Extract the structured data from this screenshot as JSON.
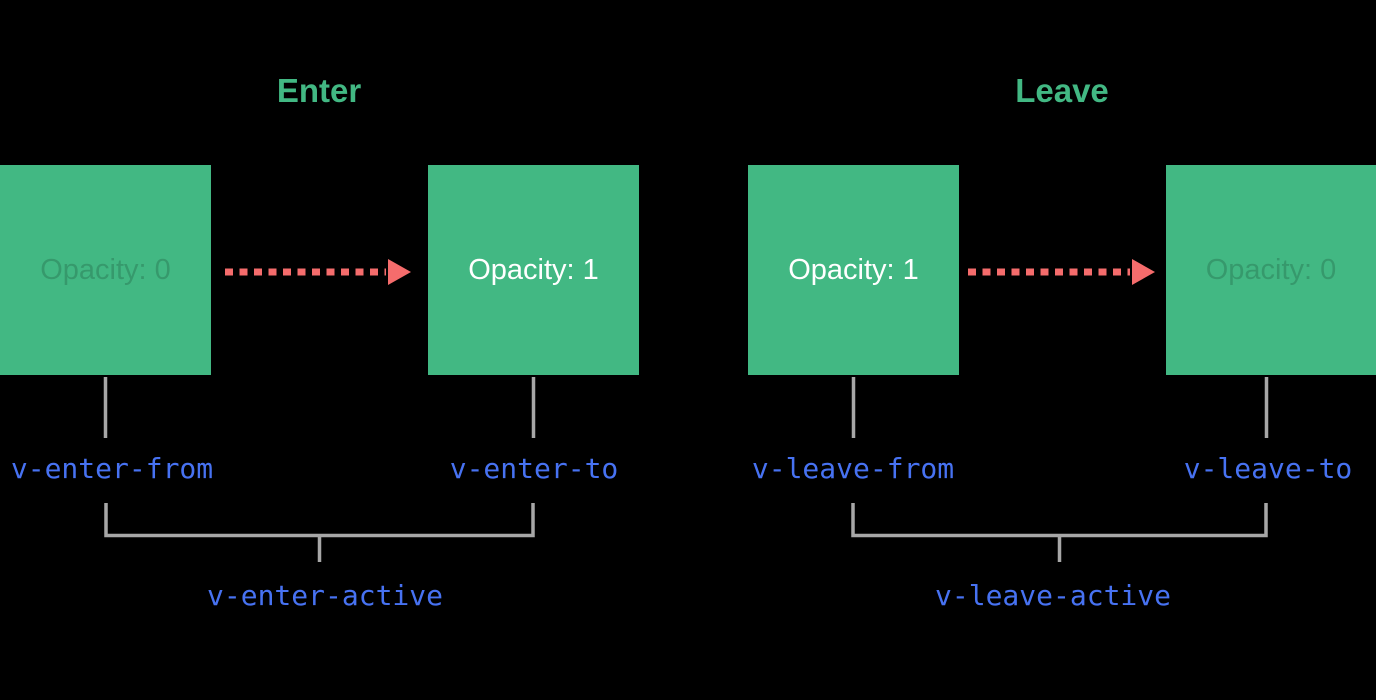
{
  "diagram": {
    "enter": {
      "title": "Enter",
      "from_box_label": "Opacity: 0",
      "to_box_label": "Opacity: 1",
      "from_class_label": "v-enter-from",
      "to_class_label": "v-enter-to",
      "active_class_label": "v-enter-active"
    },
    "leave": {
      "title": "Leave",
      "from_box_label": "Opacity: 1",
      "to_box_label": "Opacity: 0",
      "from_class_label": "v-leave-from",
      "to_class_label": "v-leave-to",
      "active_class_label": "v-leave-active"
    }
  },
  "colors": {
    "box_green": "#42b883",
    "title_green": "#42b883",
    "arrow_red": "#f56c6c",
    "label_blue": "#4772f2",
    "line_gray": "#a7a7a7",
    "background": "#000000"
  }
}
